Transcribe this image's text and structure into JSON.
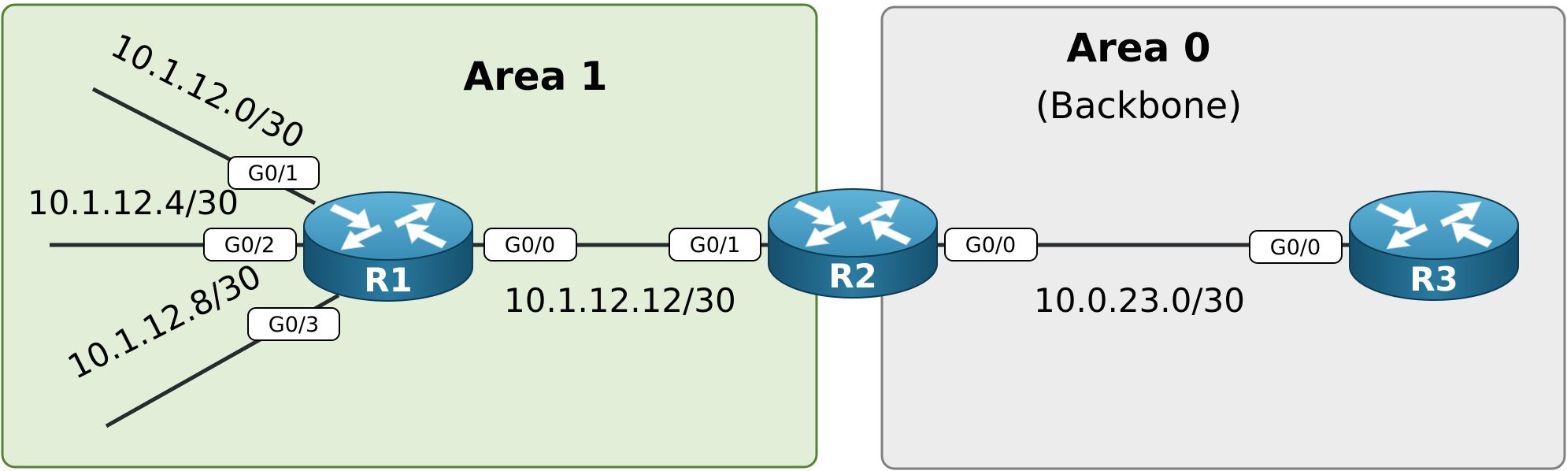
{
  "areas": {
    "area1": {
      "title": "Area 1",
      "fill": "#e2eed8",
      "border": "#548235"
    },
    "area0": {
      "title": "Area 0",
      "subtitle": "(Backbone)",
      "fill": "#ececec",
      "border": "#7f7f7f"
    }
  },
  "routers": {
    "r1": {
      "name": "R1"
    },
    "r2": {
      "name": "R2"
    },
    "r3": {
      "name": "R3"
    }
  },
  "interfaces": {
    "r1_g01": "G0/1",
    "r1_g02": "G0/2",
    "r1_g03": "G0/3",
    "r1_g00": "G0/0",
    "r2_g01": "G0/1",
    "r2_g00": "G0/0",
    "r3_g00": "G0/0"
  },
  "networks": {
    "n1": "10.1.12.0/30",
    "n2": "10.1.12.4/30",
    "n3": "10.1.12.8/30",
    "n4": "10.1.12.12/30",
    "n5": "10.0.23.0/30"
  },
  "colors": {
    "router_top": "#4a9ec5",
    "router_body": "#1f5f80",
    "link": "#262b2e",
    "arrow": "#ffffff"
  }
}
